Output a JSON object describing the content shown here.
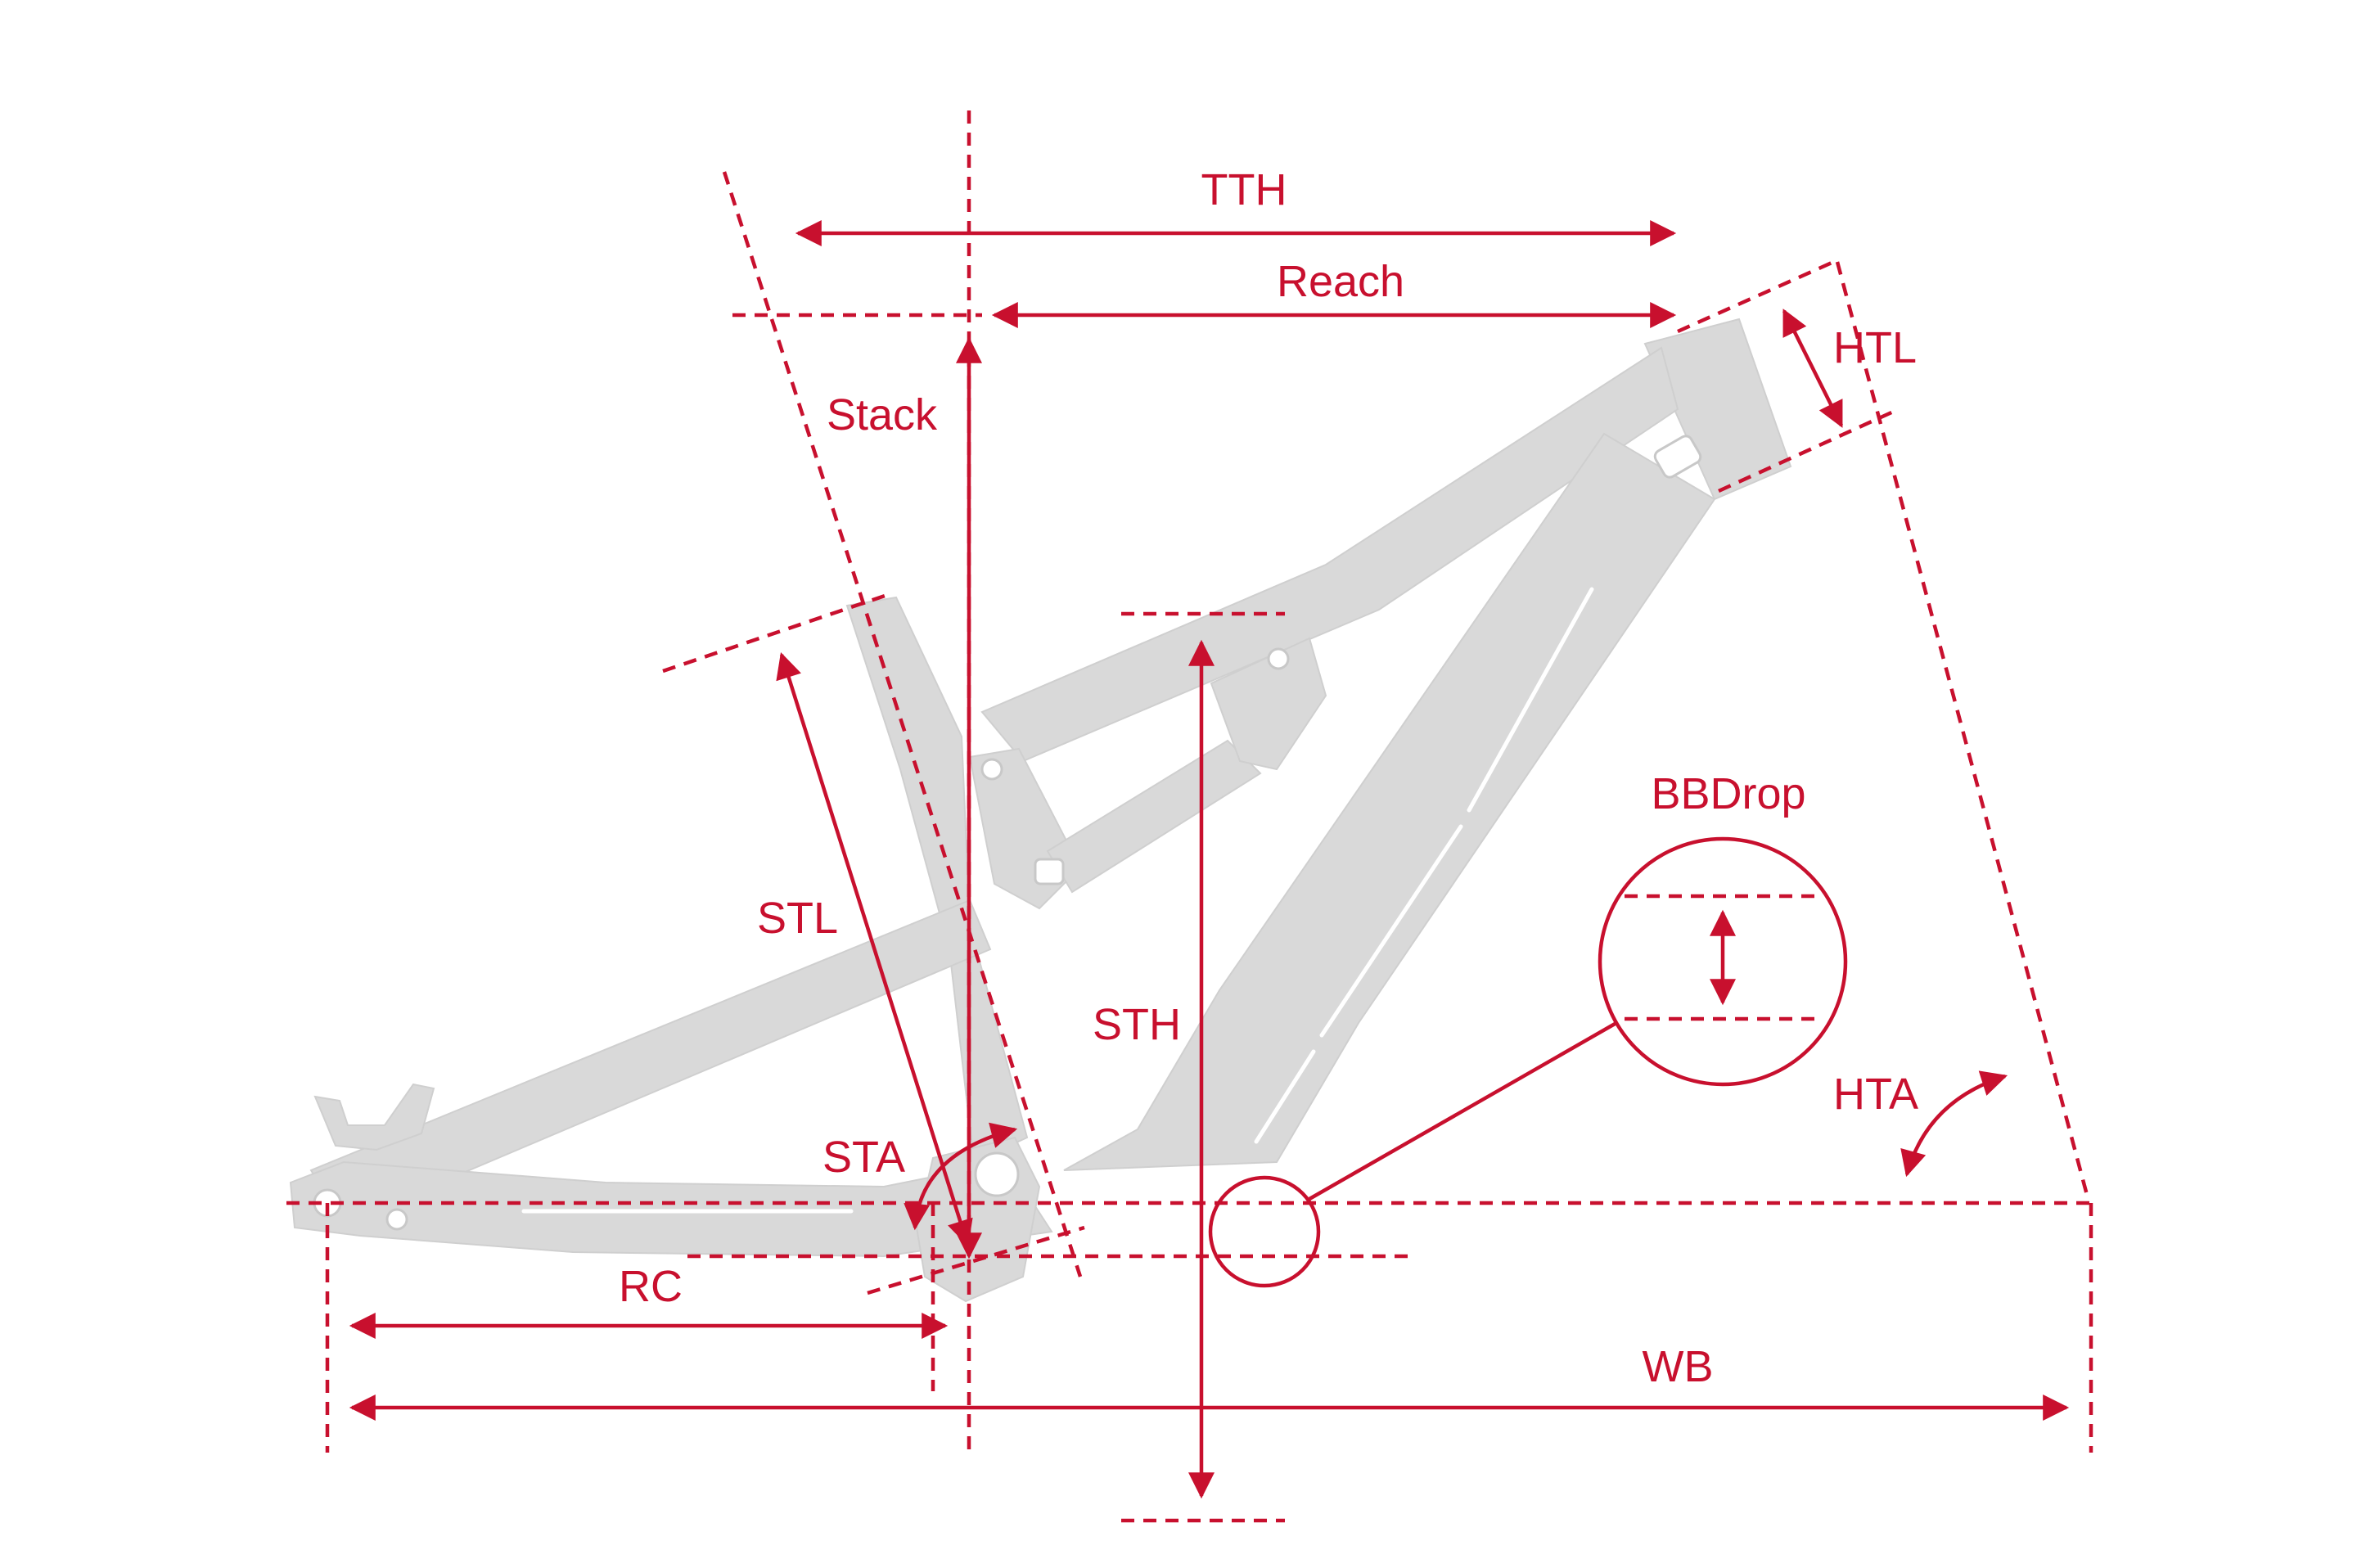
{
  "diagram": {
    "accent_color": "#c8102e",
    "frame_color": "#d9d9d9",
    "labels": {
      "tth": "TTH",
      "reach": "Reach",
      "htl": "HTL",
      "stack": "Stack",
      "bbdrop": "BBDrop",
      "stl": "STL",
      "sth": "STH",
      "hta": "HTA",
      "sta": "STA",
      "rc": "RC",
      "wb": "WB"
    }
  }
}
